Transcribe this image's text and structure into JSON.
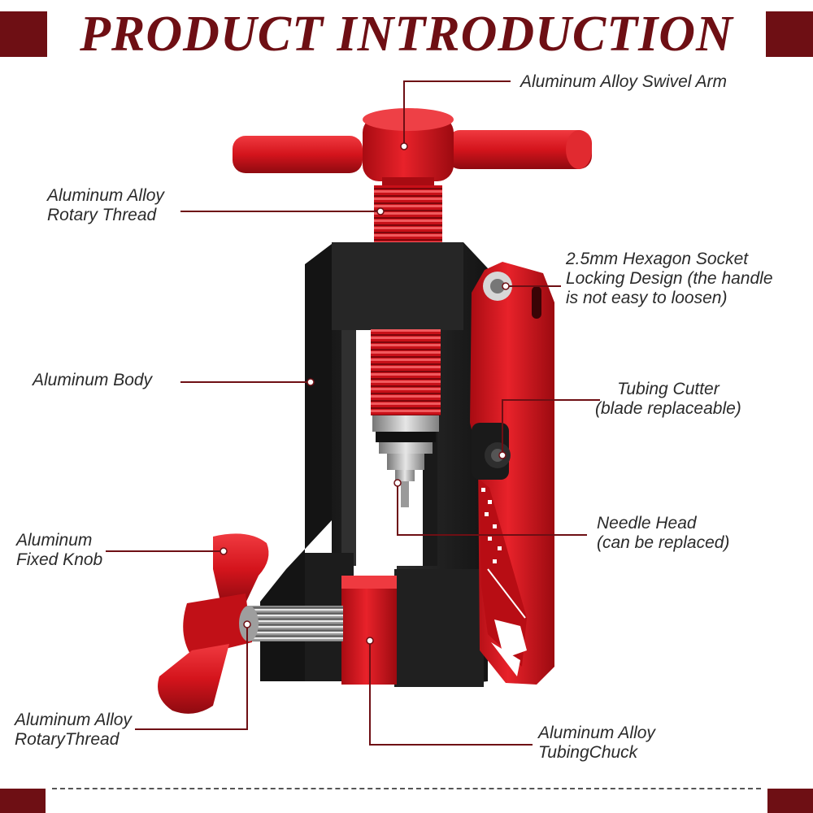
{
  "header": {
    "title": "PRODUCT INTRODUCTION"
  },
  "labels": {
    "swivel_arm": "Aluminum Alloy Swivel Arm",
    "rotary_thread_top_1": "Aluminum Alloy",
    "rotary_thread_top_2": "Rotary Thread",
    "hex_socket_1": "2.5mm Hexagon Socket",
    "hex_socket_2": "Locking Design (the handle",
    "hex_socket_3": "is not easy to loosen)",
    "body": "Aluminum Body",
    "cutter_1": "Tubing Cutter",
    "cutter_2": "(blade replaceable)",
    "needle_1": "Needle Head",
    "needle_2": "(can be replaced)",
    "knob_1": "Aluminum",
    "knob_2": "Fixed Knob",
    "rotary_thread_bottom_1": "Aluminum Alloy",
    "rotary_thread_bottom_2": "RotaryThread",
    "chuck_1": "Aluminum Alloy",
    "chuck_2": "TubingChuck"
  },
  "colors": {
    "brand": "#6e0f14",
    "anodized_red": "#d9141c",
    "body_black": "#1e1e1e",
    "leader_line": "#6e0f14"
  }
}
